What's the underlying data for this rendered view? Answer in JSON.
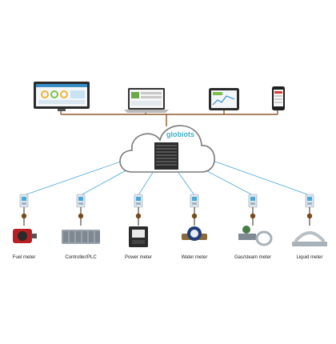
{
  "brand": {
    "name": "globiots",
    "color": "#3cb0c9"
  },
  "colors": {
    "wire_top": "#8a5a2b",
    "link_lines": "#4aa8d8",
    "cloud_outline": "#7a7a7a"
  },
  "clients": [
    {
      "name": "monitor",
      "icon": "desktop-dashboard-icon"
    },
    {
      "name": "laptop",
      "icon": "laptop-icon"
    },
    {
      "name": "tablet",
      "icon": "tablet-icon"
    },
    {
      "name": "phone",
      "icon": "smartphone-icon"
    }
  ],
  "cloud": {
    "icon": "cloud-server-icon"
  },
  "devices": [
    {
      "label": "Fuel meter",
      "icon": "fuel-meter-icon"
    },
    {
      "label": "Controller/PLC",
      "icon": "plc-icon"
    },
    {
      "label": "Power meter",
      "icon": "power-meter-icon"
    },
    {
      "label": "Water meter",
      "icon": "water-meter-icon"
    },
    {
      "label": "Gas/steam meter",
      "icon": "gas-steam-meter-icon"
    },
    {
      "label": "Liquid meter",
      "icon": "liquid-meter-icon"
    }
  ]
}
